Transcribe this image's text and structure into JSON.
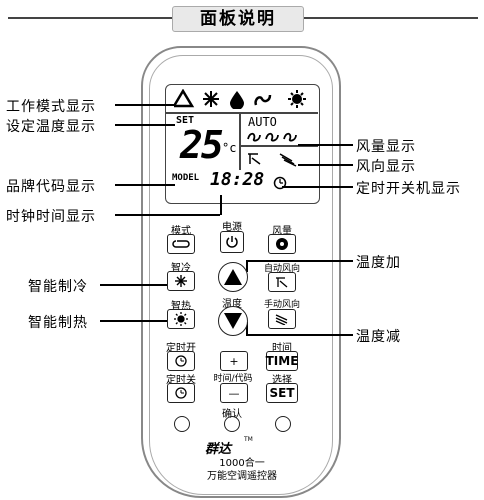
{
  "header": {
    "title": "面板说明"
  },
  "lcd": {
    "set_label": "SET",
    "temperature": "25",
    "temp_unit": "°c",
    "auto_label": "AUTO",
    "model_label": "MODEL",
    "clock": "18:28"
  },
  "callouts": {
    "mode_display": "工作模式显示",
    "set_temp_display": "设定温度显示",
    "brand_code_display": "品牌代码显示",
    "clock_display": "时钟时间显示",
    "fan_display": "风量显示",
    "swing_display": "风向显示",
    "timer_display": "定时开关机显示",
    "temp_up": "温度加",
    "temp_down": "温度减",
    "smart_cool": "智能制冷",
    "smart_heat": "智能制热"
  },
  "buttons": {
    "mode": "模式",
    "power": "电源",
    "fan": "风量",
    "smart_cool": "智冷",
    "auto_swing": "自动风向",
    "smart_heat": "智热",
    "temp": "温度",
    "manual_swing": "手动风向",
    "timer_on": "定时开",
    "time": "时间",
    "time_btn": "TIME",
    "timer_off": "定时关",
    "time_code": "时间/代码",
    "select": "选择",
    "set_btn": "SET",
    "plus": "+",
    "minus": "—",
    "confirm": "确认"
  },
  "brand": {
    "name": "群达",
    "tm": "TM",
    "model_line": "1000合一",
    "desc_line": "万能空调遥控器"
  }
}
